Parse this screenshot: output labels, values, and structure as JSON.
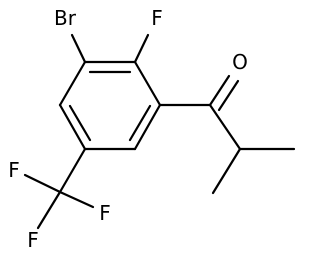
{
  "molecule": {
    "atoms": {
      "br": "Br",
      "f_ring": "F",
      "o": "O",
      "cf3_f_left": "F",
      "cf3_f_right": "F",
      "cf3_f_bottom": "F"
    }
  }
}
